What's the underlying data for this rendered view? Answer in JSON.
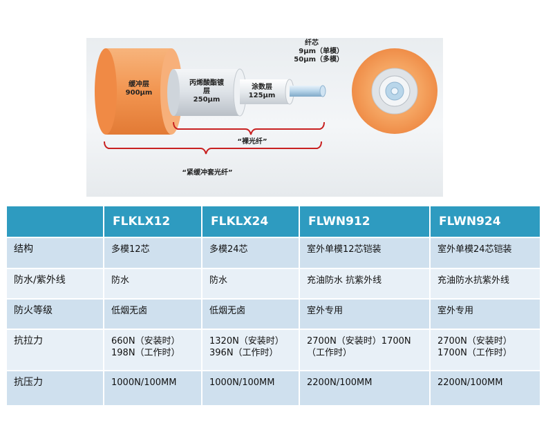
{
  "diagram": {
    "buffer_label": [
      "缓冲层",
      "900μm"
    ],
    "acrylate_label": [
      "丙烯酸酯镀",
      "层",
      "250μm"
    ],
    "coating_label": [
      "涂数层",
      "125μm"
    ],
    "core_label": [
      "纤芯",
      "9μm（单模）",
      "50μm（多模）"
    ],
    "bare_fiber_label": "“裸光纤”",
    "tight_buffer_label": "“紧缓冲套光纤”",
    "colors": {
      "buffer": "#f39a55",
      "coating": "#d9dde2",
      "core": "#9fc4dc"
    }
  },
  "table": {
    "headers": [
      "",
      "FLKLX12",
      "FLKLX24",
      "FLWN912",
      "FLWN924"
    ],
    "rows": [
      {
        "label": "结构",
        "cells": [
          [
            "多模12芯"
          ],
          [
            "多模24芯"
          ],
          [
            "室外单模12芯铠装"
          ],
          [
            "室外单模24芯铠装"
          ]
        ]
      },
      {
        "label": "防水/紫外线",
        "cells": [
          [
            "防水"
          ],
          [
            "防水"
          ],
          [
            "充油防水 抗紫外线"
          ],
          [
            "充油防水抗紫外线"
          ]
        ]
      },
      {
        "label": "防火等级",
        "cells": [
          [
            "低烟无卤"
          ],
          [
            "低烟无卤"
          ],
          [
            "室外专用"
          ],
          [
            "室外专用"
          ]
        ]
      },
      {
        "label": "抗拉力",
        "cells": [
          [
            "660N（安装时）",
            "198N（工作时）"
          ],
          [
            "1320N（安装时）",
            "396N（工作时）"
          ],
          [
            "2700N（安装时）1700N",
            "（工作时）"
          ],
          [
            "2700N（安装时）",
            "1700N（工作时）"
          ]
        ]
      },
      {
        "label": "抗压力",
        "cells": [
          [
            "1000N/100MM"
          ],
          [
            "1000N/100MM"
          ],
          [
            "2200N/100MM"
          ],
          [
            "2200N/100MM"
          ]
        ]
      }
    ],
    "colors": {
      "header": "#2e9bc0",
      "row_odd": "#cfe0ee",
      "row_even": "#e8f0f7"
    }
  }
}
